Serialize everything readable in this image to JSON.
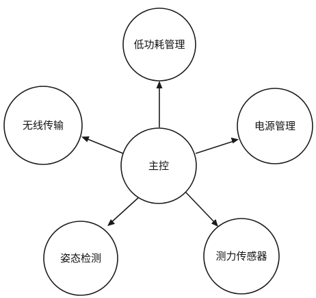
{
  "diagram": {
    "nodes": {
      "center": {
        "label": "主控"
      },
      "low_power": {
        "label": "低功耗管理"
      },
      "power": {
        "label": "电源管理"
      },
      "force_sensor": {
        "label": "测力传感器"
      },
      "attitude": {
        "label": "姿态检测"
      },
      "wireless": {
        "label": "无线传输"
      }
    },
    "edges": [
      {
        "from": "center",
        "to": "low_power"
      },
      {
        "from": "center",
        "to": "power"
      },
      {
        "from": "center",
        "to": "force_sensor"
      },
      {
        "from": "center",
        "to": "attitude"
      },
      {
        "from": "center",
        "to": "wireless"
      }
    ]
  }
}
